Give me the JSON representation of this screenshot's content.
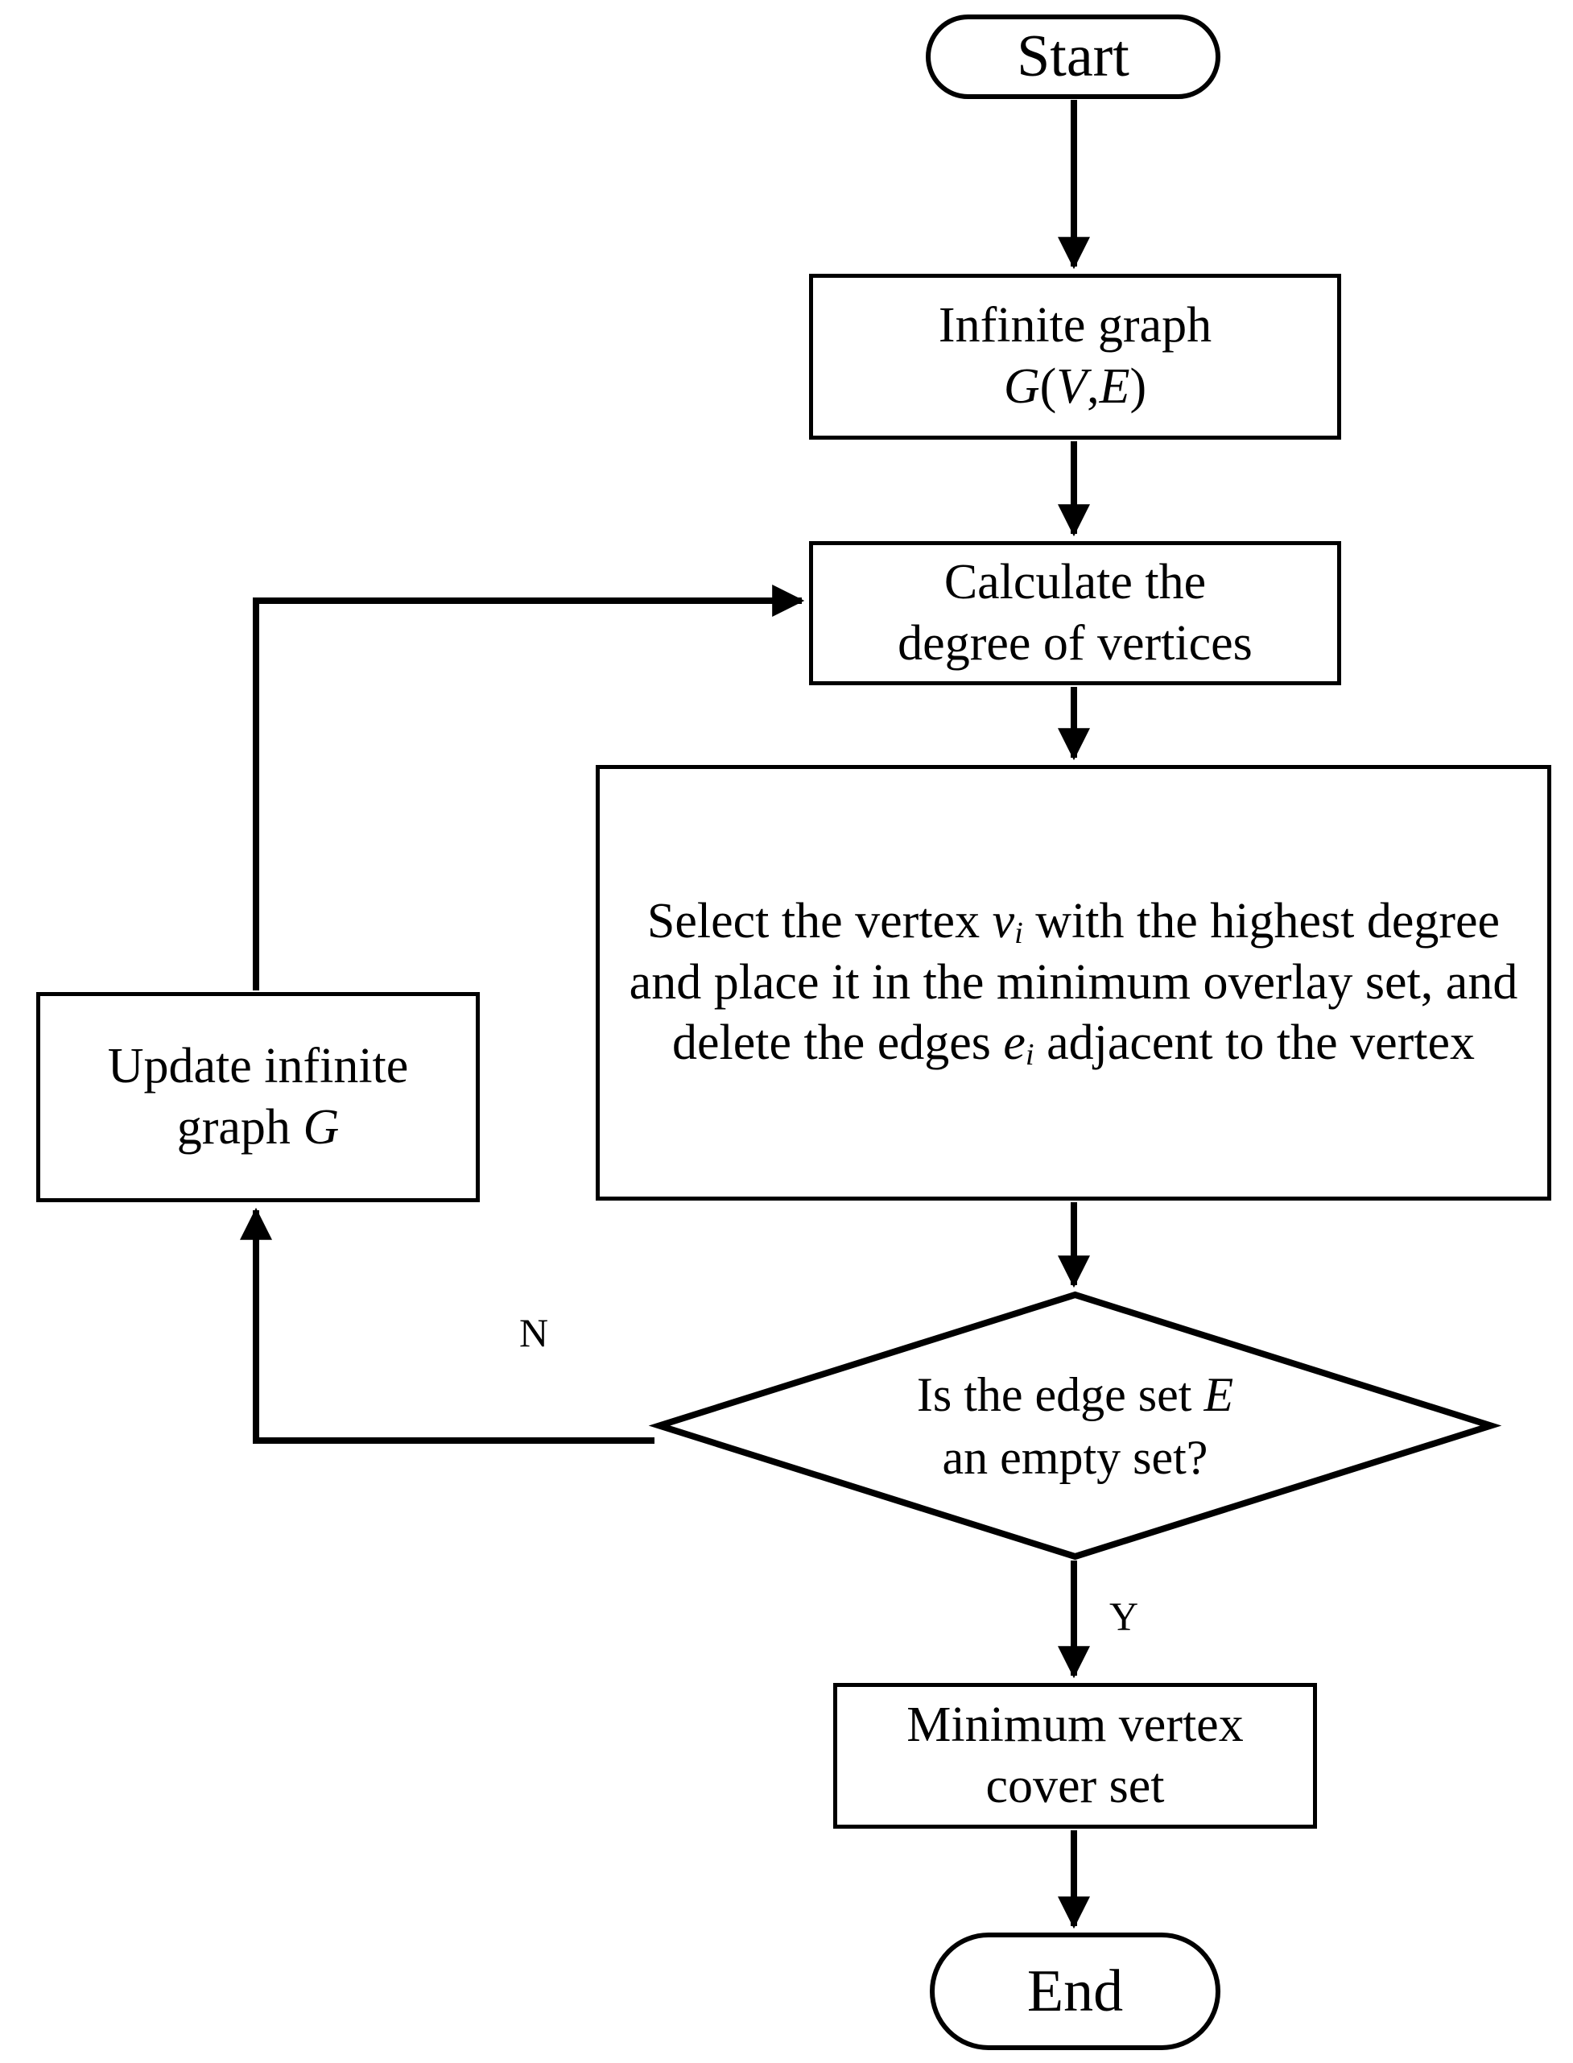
{
  "chart_data": {
    "type": "diagram",
    "title": "Minimum vertex cover greedy algorithm flowchart",
    "nodes": [
      {
        "id": "start",
        "shape": "terminator",
        "text": "Start"
      },
      {
        "id": "graph",
        "shape": "process",
        "text": "Infinite graph G(V,E)"
      },
      {
        "id": "calc",
        "shape": "process",
        "text": "Calculate the degree of vertices"
      },
      {
        "id": "select",
        "shape": "process",
        "text": "Select the vertex vi with the highest degree and place it in the minimum overlay set, and delete the edges ei adjacent to the vertex"
      },
      {
        "id": "update",
        "shape": "process",
        "text": "Update infinite graph G"
      },
      {
        "id": "decision",
        "shape": "decision",
        "text": "Is the edge set E an empty set?"
      },
      {
        "id": "result",
        "shape": "process",
        "text": "Minimum vertex cover set"
      },
      {
        "id": "end",
        "shape": "terminator",
        "text": "End"
      }
    ],
    "edges": [
      {
        "from": "start",
        "to": "graph",
        "label": ""
      },
      {
        "from": "graph",
        "to": "calc",
        "label": ""
      },
      {
        "from": "calc",
        "to": "select",
        "label": ""
      },
      {
        "from": "select",
        "to": "decision",
        "label": ""
      },
      {
        "from": "decision",
        "to": "update",
        "label": "N"
      },
      {
        "from": "update",
        "to": "calc",
        "label": ""
      },
      {
        "from": "decision",
        "to": "result",
        "label": "Y"
      },
      {
        "from": "result",
        "to": "end",
        "label": ""
      }
    ],
    "line_color": "#000000",
    "fill_color": "#ffffff"
  },
  "flow": {
    "start": {
      "label": "Start"
    },
    "graph": {
      "line1": "Infinite graph",
      "line2_var": "G",
      "line2_open": "(",
      "line2_v": "V",
      "line2_comma": ",",
      "line2_e": "E",
      "line2_close": ")"
    },
    "calc": {
      "line1": "Calculate the",
      "line2": "degree of vertices"
    },
    "select": {
      "part1": "Select the vertex ",
      "var_v": "v",
      "sub_i_1": "i",
      "part2": " with the highest degree and place it in the minimum overlay set, and delete the edges ",
      "var_e": "e",
      "sub_i_2": "i",
      "part3": " adjacent to the vertex"
    },
    "update": {
      "line1": "Update infinite",
      "line2_pre": "graph ",
      "line2_var": "G"
    },
    "decision": {
      "line1_pre": "Is the edge set ",
      "line1_var": "E",
      "line2": "an empty set?"
    },
    "result": {
      "line1": "Minimum vertex",
      "line2": "cover set"
    },
    "end": {
      "label": "End"
    },
    "labels": {
      "no": "N",
      "yes": "Y"
    }
  }
}
